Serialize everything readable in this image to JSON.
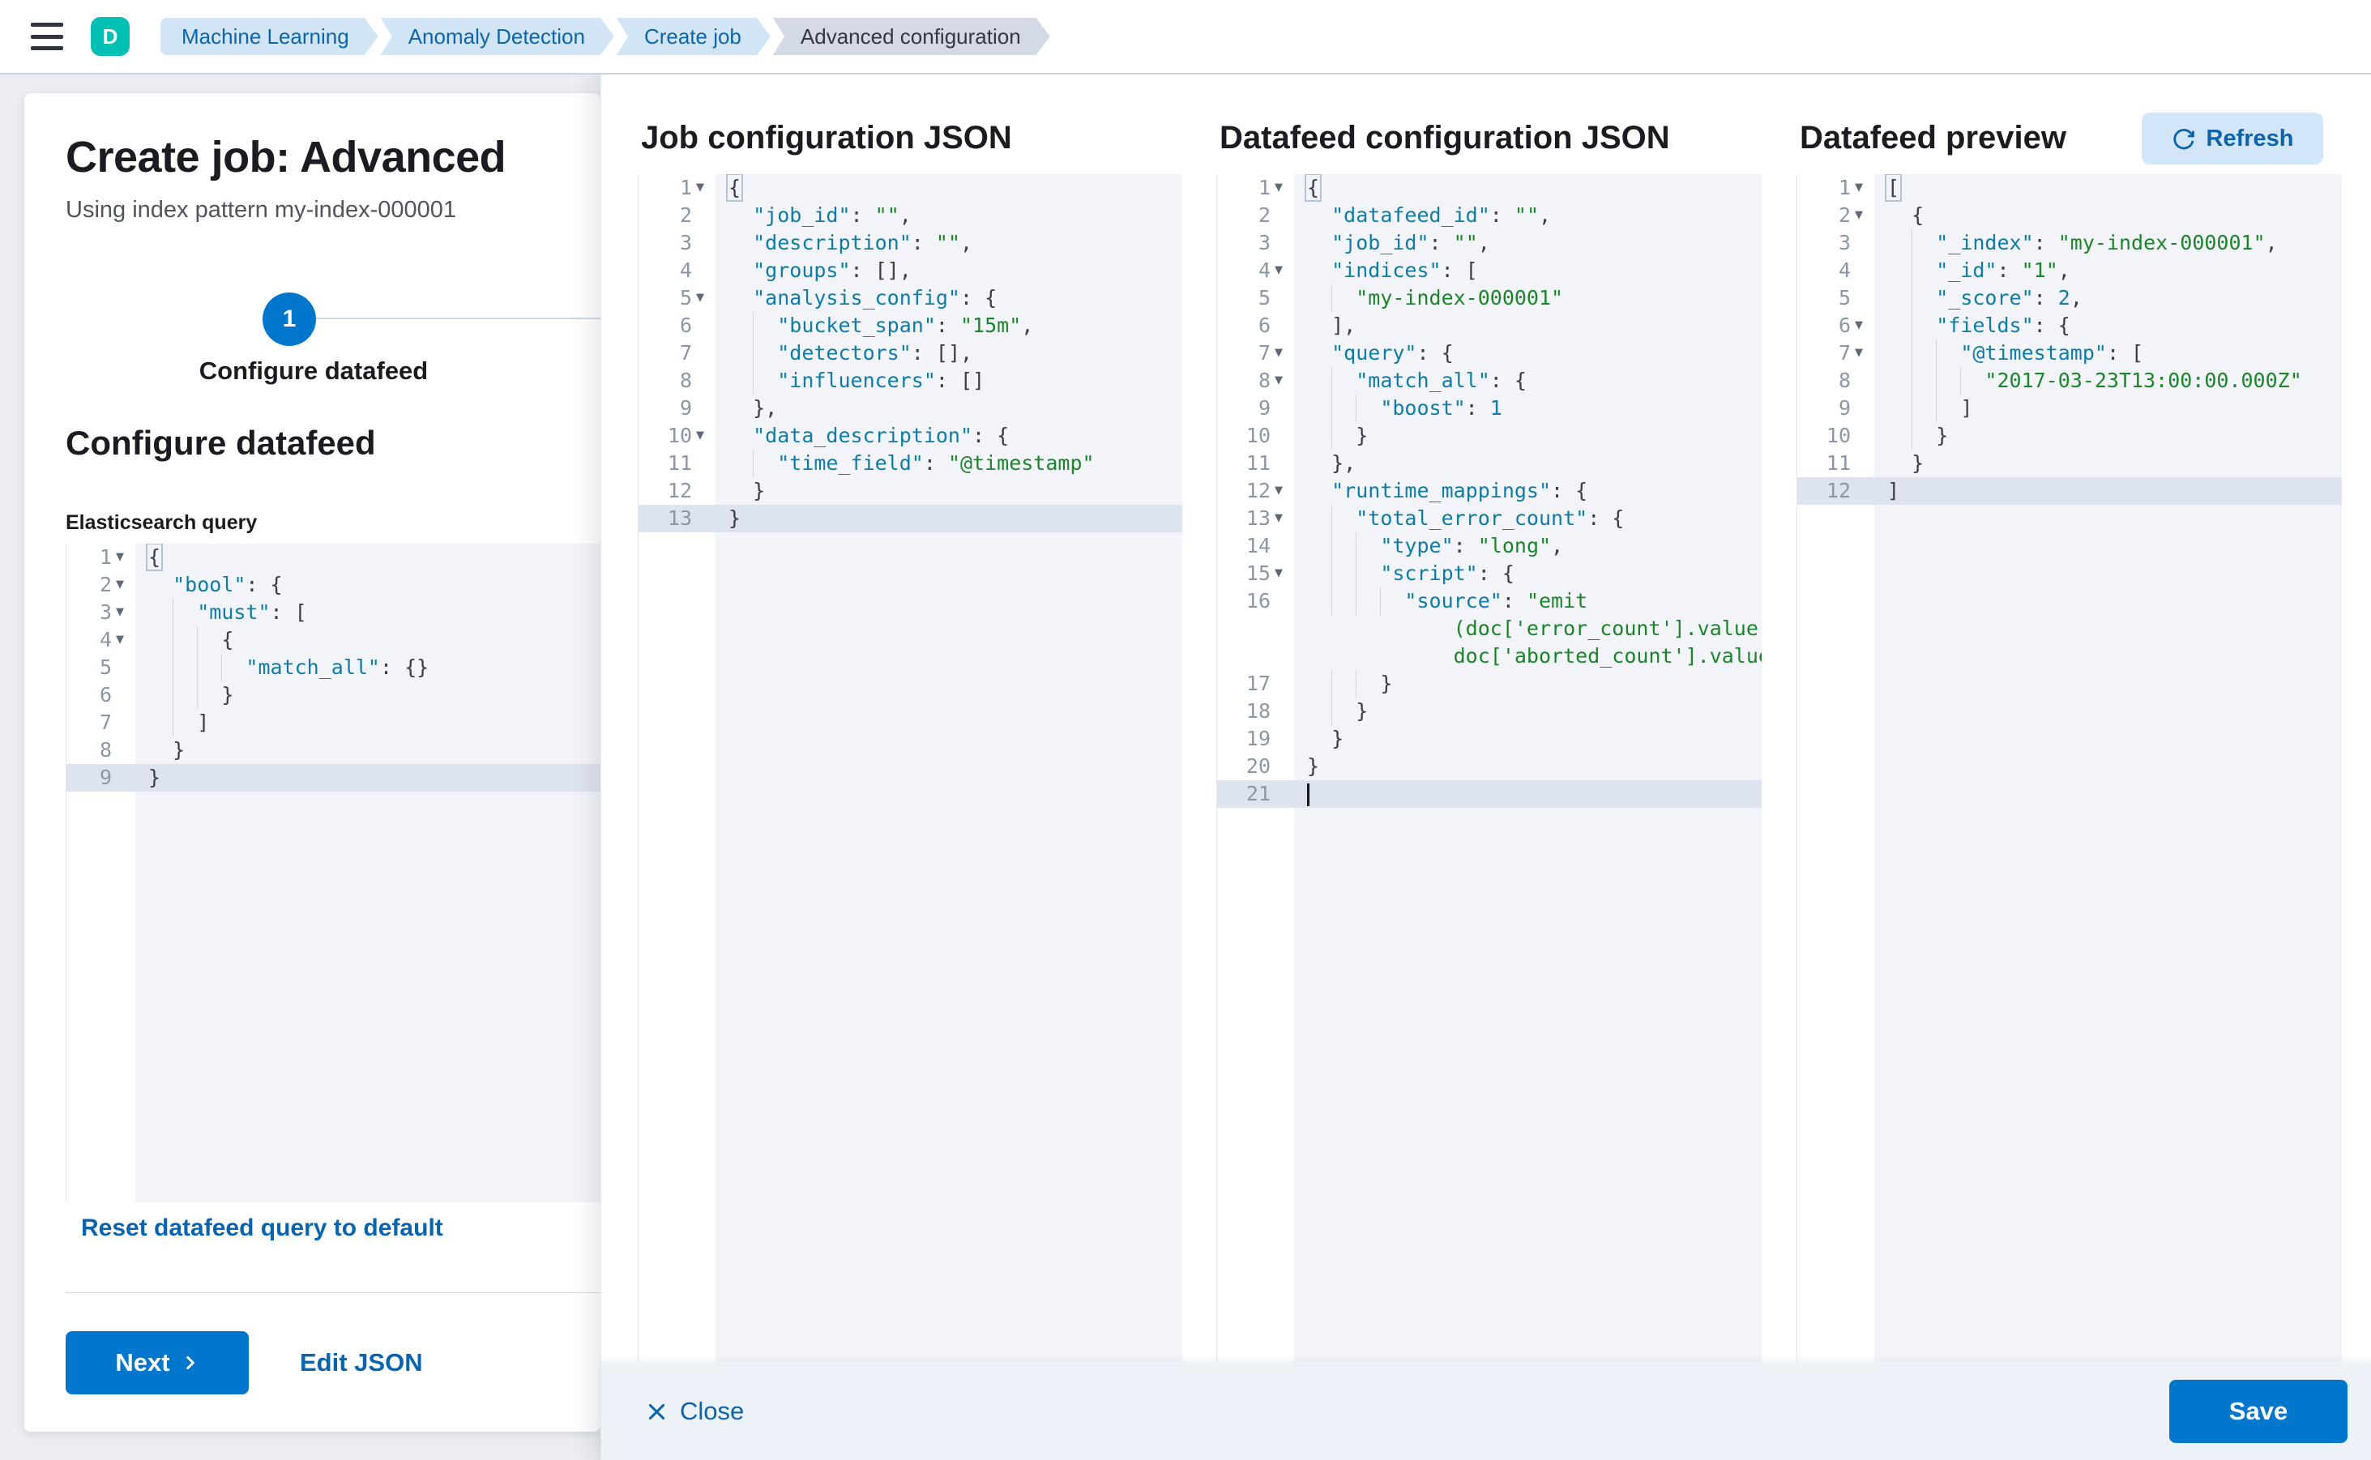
{
  "colors": {
    "primary_blue": "#0077cc",
    "link_blue": "#0a64ad",
    "avatar_teal": "#00bfb3",
    "breadcrumb_blue_bg": "#d2e5f6",
    "breadcrumb_gray_bg": "#d4dae5",
    "code_key": "#0e7ca6",
    "code_string": "#1c8529",
    "editor_bg": "#f2f4f9",
    "active_line_bg": "#dee4ef"
  },
  "topbar": {
    "avatar_initial": "D",
    "breadcrumbs": [
      {
        "label": "Machine Learning",
        "current": false
      },
      {
        "label": "Anomaly Detection",
        "current": false
      },
      {
        "label": "Create job",
        "current": false
      },
      {
        "label": "Advanced configuration",
        "current": true
      }
    ]
  },
  "wizard_panel": {
    "title": "Create job: Advanced",
    "subtitle": "Using index pattern my-index-000001",
    "step": {
      "number": "1",
      "label": "Configure datafeed"
    },
    "section_heading": "Configure datafeed",
    "query_label": "Elasticsearch query",
    "reset_link": "Reset datafeed query to default",
    "next_button": "Next",
    "edit_json_link": "Edit JSON"
  },
  "flyout": {
    "job_heading": "Job configuration JSON",
    "datafeed_heading": "Datafeed configuration JSON",
    "preview_heading": "Datafeed preview",
    "refresh_button": "Refresh",
    "footer": {
      "close_label": "Close",
      "save_label": "Save"
    }
  },
  "editors": {
    "es_query": {
      "lines": [
        {
          "n": "1",
          "fold": 1,
          "ind": 0,
          "seg": [
            [
              "m",
              "{"
            ]
          ]
        },
        {
          "n": "2",
          "fold": 1,
          "ind": 2,
          "seg": [
            [
              "k",
              "\"bool\""
            ],
            [
              "p",
              ": {"
            ]
          ]
        },
        {
          "n": "3",
          "fold": 1,
          "ind": 4,
          "seg": [
            [
              "k",
              "\"must\""
            ],
            [
              "p",
              ": ["
            ]
          ]
        },
        {
          "n": "4",
          "fold": 1,
          "ind": 6,
          "seg": [
            [
              "p",
              "{"
            ]
          ]
        },
        {
          "n": "5",
          "ind": 8,
          "seg": [
            [
              "k",
              "\"match_all\""
            ],
            [
              "p",
              ": {}"
            ]
          ]
        },
        {
          "n": "6",
          "ind": 6,
          "seg": [
            [
              "p",
              "}"
            ]
          ]
        },
        {
          "n": "7",
          "ind": 4,
          "seg": [
            [
              "p",
              "]"
            ]
          ]
        },
        {
          "n": "8",
          "ind": 2,
          "seg": [
            [
              "p",
              "}"
            ]
          ]
        },
        {
          "n": "9",
          "ind": 0,
          "hl": 1,
          "seg": [
            [
              "p",
              "}"
            ]
          ]
        }
      ]
    },
    "job_config": {
      "lines": [
        {
          "n": "1",
          "fold": 1,
          "ind": 0,
          "seg": [
            [
              "m",
              "{"
            ]
          ]
        },
        {
          "n": "2",
          "ind": 2,
          "seg": [
            [
              "k",
              "\"job_id\""
            ],
            [
              "p",
              ": "
            ],
            [
              "s",
              "\"\""
            ],
            [
              "p",
              ","
            ]
          ]
        },
        {
          "n": "3",
          "ind": 2,
          "seg": [
            [
              "k",
              "\"description\""
            ],
            [
              "p",
              ": "
            ],
            [
              "s",
              "\"\""
            ],
            [
              "p",
              ","
            ]
          ]
        },
        {
          "n": "4",
          "ind": 2,
          "seg": [
            [
              "k",
              "\"groups\""
            ],
            [
              "p",
              ": [],"
            ]
          ]
        },
        {
          "n": "5",
          "fold": 1,
          "ind": 2,
          "seg": [
            [
              "k",
              "\"analysis_config\""
            ],
            [
              "p",
              ": {"
            ]
          ]
        },
        {
          "n": "6",
          "ind": 4,
          "seg": [
            [
              "k",
              "\"bucket_span\""
            ],
            [
              "p",
              ": "
            ],
            [
              "s",
              "\"15m\""
            ],
            [
              "p",
              ","
            ]
          ]
        },
        {
          "n": "7",
          "ind": 4,
          "seg": [
            [
              "k",
              "\"detectors\""
            ],
            [
              "p",
              ": [],"
            ]
          ]
        },
        {
          "n": "8",
          "ind": 4,
          "seg": [
            [
              "k",
              "\"influencers\""
            ],
            [
              "p",
              ": []"
            ]
          ]
        },
        {
          "n": "9",
          "ind": 2,
          "seg": [
            [
              "p",
              "},"
            ]
          ]
        },
        {
          "n": "10",
          "fold": 1,
          "ind": 2,
          "seg": [
            [
              "k",
              "\"data_description\""
            ],
            [
              "p",
              ": {"
            ]
          ]
        },
        {
          "n": "11",
          "ind": 4,
          "seg": [
            [
              "k",
              "\"time_field\""
            ],
            [
              "p",
              ": "
            ],
            [
              "s",
              "\"@timestamp\""
            ]
          ]
        },
        {
          "n": "12",
          "ind": 2,
          "seg": [
            [
              "p",
              "}"
            ]
          ]
        },
        {
          "n": "13",
          "ind": 0,
          "hl": 1,
          "seg": [
            [
              "p",
              "}"
            ]
          ]
        }
      ]
    },
    "datafeed_config": {
      "lines": [
        {
          "n": "1",
          "fold": 1,
          "ind": 0,
          "seg": [
            [
              "m",
              "{"
            ]
          ]
        },
        {
          "n": "2",
          "ind": 2,
          "seg": [
            [
              "k",
              "\"datafeed_id\""
            ],
            [
              "p",
              ": "
            ],
            [
              "s",
              "\"\""
            ],
            [
              "p",
              ","
            ]
          ]
        },
        {
          "n": "3",
          "ind": 2,
          "seg": [
            [
              "k",
              "\"job_id\""
            ],
            [
              "p",
              ": "
            ],
            [
              "s",
              "\"\""
            ],
            [
              "p",
              ","
            ]
          ]
        },
        {
          "n": "4",
          "fold": 1,
          "ind": 2,
          "seg": [
            [
              "k",
              "\"indices\""
            ],
            [
              "p",
              ": ["
            ]
          ]
        },
        {
          "n": "5",
          "ind": 4,
          "seg": [
            [
              "s",
              "\"my-index-000001\""
            ]
          ]
        },
        {
          "n": "6",
          "ind": 2,
          "seg": [
            [
              "p",
              "],"
            ]
          ]
        },
        {
          "n": "7",
          "fold": 1,
          "ind": 2,
          "seg": [
            [
              "k",
              "\"query\""
            ],
            [
              "p",
              ": {"
            ]
          ]
        },
        {
          "n": "8",
          "fold": 1,
          "ind": 4,
          "seg": [
            [
              "k",
              "\"match_all\""
            ],
            [
              "p",
              ": {"
            ]
          ]
        },
        {
          "n": "9",
          "ind": 6,
          "seg": [
            [
              "k",
              "\"boost\""
            ],
            [
              "p",
              ": "
            ],
            [
              "n",
              "1"
            ]
          ]
        },
        {
          "n": "10",
          "ind": 4,
          "seg": [
            [
              "p",
              "}"
            ]
          ]
        },
        {
          "n": "11",
          "ind": 2,
          "seg": [
            [
              "p",
              "},"
            ]
          ]
        },
        {
          "n": "12",
          "fold": 1,
          "ind": 2,
          "seg": [
            [
              "k",
              "\"runtime_mappings\""
            ],
            [
              "p",
              ": {"
            ]
          ]
        },
        {
          "n": "13",
          "fold": 1,
          "ind": 4,
          "seg": [
            [
              "k",
              "\"total_error_count\""
            ],
            [
              "p",
              ": {"
            ]
          ]
        },
        {
          "n": "14",
          "ind": 6,
          "seg": [
            [
              "k",
              "\"type\""
            ],
            [
              "p",
              ": "
            ],
            [
              "s",
              "\"long\""
            ],
            [
              "p",
              ","
            ]
          ]
        },
        {
          "n": "15",
          "fold": 1,
          "ind": 6,
          "seg": [
            [
              "k",
              "\"script\""
            ],
            [
              "p",
              ": {"
            ]
          ]
        },
        {
          "n": "16",
          "ind": 8,
          "seg": [
            [
              "k",
              "\"source\""
            ],
            [
              "p",
              ": "
            ],
            [
              "s",
              "\"emit"
            ]
          ]
        },
        {
          "n": "",
          "cont": 1,
          "ind": 12,
          "seg": [
            [
              "s",
              "(doc['error_count'].value +"
            ]
          ]
        },
        {
          "n": "",
          "cont": 1,
          "ind": 12,
          "seg": [
            [
              "s",
              "doc['aborted_count'].value)\""
            ]
          ]
        },
        {
          "n": "17",
          "ind": 6,
          "seg": [
            [
              "p",
              "}"
            ]
          ]
        },
        {
          "n": "18",
          "ind": 4,
          "seg": [
            [
              "p",
              "}"
            ]
          ]
        },
        {
          "n": "19",
          "ind": 2,
          "seg": [
            [
              "p",
              "}"
            ]
          ]
        },
        {
          "n": "20",
          "ind": 0,
          "seg": [
            [
              "p",
              "}"
            ]
          ]
        },
        {
          "n": "21",
          "ind": 0,
          "hl": 1,
          "cur": 1,
          "seg": []
        }
      ]
    },
    "datafeed_preview": {
      "lines": [
        {
          "n": "1",
          "fold": 1,
          "ind": 0,
          "seg": [
            [
              "m",
              "["
            ]
          ]
        },
        {
          "n": "2",
          "fold": 1,
          "ind": 2,
          "seg": [
            [
              "p",
              "{"
            ]
          ]
        },
        {
          "n": "3",
          "ind": 4,
          "seg": [
            [
              "k",
              "\"_index\""
            ],
            [
              "p",
              ": "
            ],
            [
              "s",
              "\"my-index-000001\""
            ],
            [
              "p",
              ","
            ]
          ]
        },
        {
          "n": "4",
          "ind": 4,
          "seg": [
            [
              "k",
              "\"_id\""
            ],
            [
              "p",
              ": "
            ],
            [
              "s",
              "\"1\""
            ],
            [
              "p",
              ","
            ]
          ]
        },
        {
          "n": "5",
          "ind": 4,
          "seg": [
            [
              "k",
              "\"_score\""
            ],
            [
              "p",
              ": "
            ],
            [
              "n",
              "2"
            ],
            [
              "p",
              ","
            ]
          ]
        },
        {
          "n": "6",
          "fold": 1,
          "ind": 4,
          "seg": [
            [
              "k",
              "\"fields\""
            ],
            [
              "p",
              ": {"
            ]
          ]
        },
        {
          "n": "7",
          "fold": 1,
          "ind": 6,
          "seg": [
            [
              "k",
              "\"@timestamp\""
            ],
            [
              "p",
              ": ["
            ]
          ]
        },
        {
          "n": "8",
          "ind": 8,
          "seg": [
            [
              "s",
              "\"2017-03-23T13:00:00.000Z\""
            ]
          ]
        },
        {
          "n": "9",
          "ind": 6,
          "seg": [
            [
              "p",
              "]"
            ]
          ]
        },
        {
          "n": "10",
          "ind": 4,
          "seg": [
            [
              "p",
              "}"
            ]
          ]
        },
        {
          "n": "11",
          "ind": 2,
          "seg": [
            [
              "p",
              "}"
            ]
          ]
        },
        {
          "n": "12",
          "ind": 0,
          "hl": 1,
          "seg": [
            [
              "p",
              "]"
            ]
          ]
        }
      ]
    }
  }
}
